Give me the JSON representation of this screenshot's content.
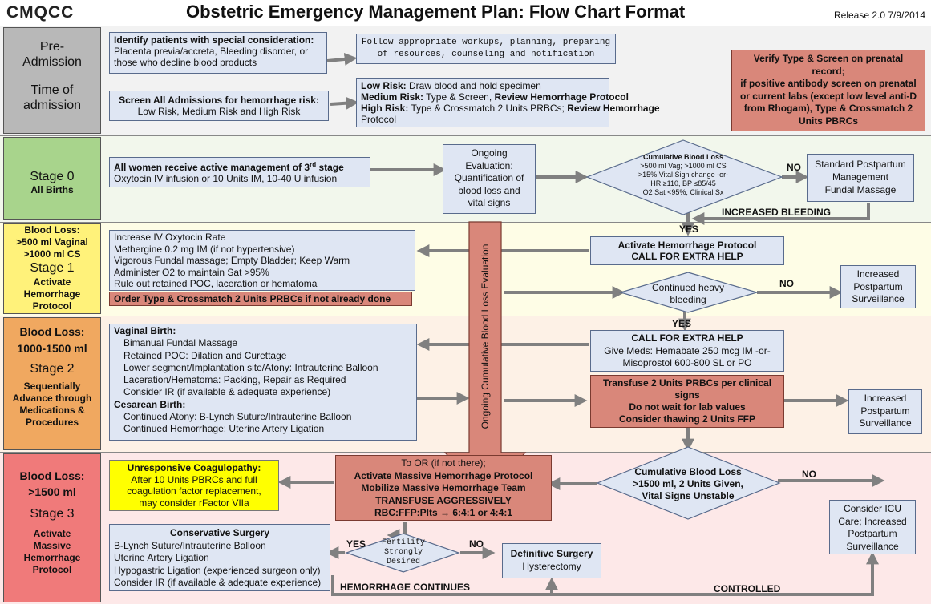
{
  "header": {
    "logo": "CMQCC",
    "title": "Obstetric Emergency Management Plan: Flow Chart Format",
    "release": "Release 2.0 7/9/2014"
  },
  "colors": {
    "preadmission_band": "#f2f2f2",
    "stage0_band": "#f2f7ec",
    "stage1_band": "#fefde6",
    "stage2_band": "#fdf1e6",
    "stage3_band": "#fde8e8",
    "side_grey": "#b8b8b8",
    "side_green": "#a8d48c",
    "side_yellow": "#fff27a",
    "side_orange": "#f0a860",
    "side_red": "#f07a7a",
    "box_blue": "#dfe6f3",
    "box_red": "#d9877a"
  },
  "sidebar": {
    "preadmission": "Pre-Admission",
    "time_of_admission": "Time of admission",
    "stage0_title": "Stage 0",
    "stage0_sub": "All Births",
    "stage1_loss": [
      "Blood Loss:",
      ">500 ml Vaginal",
      ">1000 ml CS"
    ],
    "stage1_title": "Stage 1",
    "stage1_sub": [
      "Activate",
      "Hemorrhage",
      "Protocol"
    ],
    "stage2_loss": [
      "Blood Loss:",
      "1000-1500 ml"
    ],
    "stage2_title": "Stage 2",
    "stage2_sub": [
      "Sequentially",
      "Advance through",
      "Medications &",
      "Procedures"
    ],
    "stage3_loss": [
      "Blood Loss:",
      ">1500 ml"
    ],
    "stage3_title": "Stage 3",
    "stage3_sub": [
      "Activate",
      "Massive",
      "Hemorrhage",
      "Protocol"
    ]
  },
  "preadmission": {
    "identify_title": "Identify patients with special consideration:",
    "identify_lines": [
      "Placenta previa/accreta, Bleeding disorder, or",
      "those who decline blood products"
    ],
    "follow_lines": [
      "Follow appropriate workups, planning, preparing",
      "of resources, counseling and notification"
    ],
    "screen_title": "Screen All Admissions for hemorrhage risk:",
    "screen_sub": "Low Risk, Medium Risk and High Risk",
    "risk_low_label": "Low Risk:",
    "risk_low_text": "Draw blood and hold specimen",
    "risk_medium_label": "Medium Risk:",
    "risk_medium_text": "Type & Screen,",
    "risk_medium_bold": "Review Hemorrhage Protocol",
    "risk_high_label": "High Risk:",
    "risk_high_text": "Type & Crossmatch 2 Units PRBCs;",
    "risk_high_bold": "Review Hemorrhage",
    "risk_high_tail": "Protocol",
    "verify_lines": [
      "Verify Type & Screen on prenatal",
      "record;",
      "if positive antibody screen on prenatal",
      "or current labs (except low level anti-D",
      "from Rhogam), Type & Crossmatch 2",
      "Units PBRCs"
    ]
  },
  "stage0": {
    "active_title_a": "All women receive active management of 3",
    "active_title_sup": "rd",
    "active_title_b": "stage",
    "active_text": "Oxytocin IV infusion or 10 Units IM, 10-40 U infusion",
    "eval_lines": [
      "Ongoing",
      "Evaluation:",
      "Quantification of",
      "blood loss and",
      "vital signs"
    ],
    "diamond_lines": [
      "Cumulative Blood Loss",
      ">500 ml Vag; >1000 ml CS",
      ">15% Vital Sign change -or-",
      "HR ≥110, BP ≤85/45",
      "O2 Sat <95%, Clinical Sx"
    ],
    "no_label": "NO",
    "standard_lines": [
      "Standard Postpartum",
      "Management",
      "Fundal Massage"
    ],
    "increased_bleeding": "INCREASED BLEEDING",
    "yes_label": "YES"
  },
  "stage1": {
    "actions": [
      "Increase IV Oxytocin Rate",
      "Methergine 0.2 mg IM (if not hypertensive)",
      "Vigorous Fundal massage; Empty Bladder; Keep Warm",
      "Administer O2 to maintain Sat >95%",
      "Rule out retained POC, laceration or hematoma"
    ],
    "order_text": "Order Type & Crossmatch 2 Units PRBCs if not already done",
    "activate_lines": [
      "Activate Hemorrhage Protocol",
      "CALL FOR EXTRA HELP"
    ],
    "continued_lines": [
      "Continued heavy",
      "bleeding"
    ],
    "no_label": "NO",
    "surveillance_lines": [
      "Increased",
      "Postpartum",
      "Surveillance"
    ],
    "yes_label": "YES"
  },
  "ongoing_arrow_text": "Ongoing Cumulative Blood Loss Evaluation",
  "stage2": {
    "vaginal_title": "Vaginal Birth:",
    "vaginal_items": [
      "Bimanual Fundal Massage",
      "Retained POC: Dilation and Curettage",
      "Lower segment/Implantation site/Atony: Intrauterine Balloon",
      "Laceration/Hematoma: Packing, Repair as Required",
      "Consider IR (if available & adequate experience)"
    ],
    "cesarean_title": "Cesarean Birth:",
    "cesarean_items": [
      "Continued Atony: B-Lynch Suture/Intrauterine Balloon",
      "Continued Hemorrhage: Uterine Artery Ligation"
    ],
    "call_title": "CALL FOR EXTRA HELP",
    "call_lines": [
      "Give Meds: Hemabate 250 mcg IM -or-",
      "Misoprostol 600-800 SL or PO"
    ],
    "transfuse_lines": [
      "Transfuse 2 Units PRBCs per clinical",
      "signs",
      "Do not wait for lab values",
      "Consider thawing 2 Units FFP"
    ],
    "surveillance_lines": [
      "Increased",
      "Postpartum",
      "Surveillance"
    ]
  },
  "stage3": {
    "coag_title": "Unresponsive Coagulopathy:",
    "coag_lines": [
      "After 10 Units PBRCs and full",
      "coagulation factor replacement,",
      "may consider rFactor VIIa"
    ],
    "or_lines": [
      "To OR (if not there);",
      "Activate Massive Hemorrhage Protocol",
      "Mobilize Massive Hemorrhage Team",
      "TRANSFUSE AGGRESSIVELY",
      "RBC:FFP:Plts → 6:4:1 or 4:4:1"
    ],
    "cum_lines": [
      "Cumulative Blood Loss",
      ">1500 ml, 2 Units Given,",
      "Vital Signs Unstable"
    ],
    "no_label": "NO",
    "icu_lines": [
      "Consider ICU",
      "Care; Increased",
      "Postpartum",
      "Surveillance"
    ],
    "conservative_title": "Conservative Surgery",
    "conservative_items": [
      "B-Lynch Suture/Intrauterine Balloon",
      "Uterine Artery Ligation",
      "Hypogastric Ligation (experienced surgeon only)",
      "Consider IR (if available & adequate experience)"
    ],
    "yes_label": "YES",
    "no2_label": "NO",
    "fertility_lines": [
      "Fertility",
      "Strongly",
      "Desired"
    ],
    "definitive_title": "Definitive Surgery",
    "definitive_sub": "Hysterectomy",
    "hemorrhage_continues": "HEMORRHAGE CONTINUES",
    "controlled": "CONTROLLED"
  }
}
